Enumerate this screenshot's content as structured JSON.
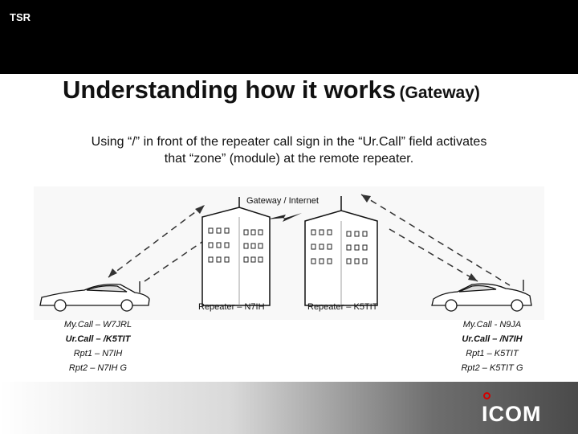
{
  "header": {
    "tag": "TSR"
  },
  "title": {
    "main": "Understanding how it works",
    "sub": "(Gateway)"
  },
  "description": {
    "line1": "Using “/” in front of the repeater call sign in the “Ur.Call” field activates",
    "line2": "that “zone” (module) at the remote repeater."
  },
  "diagram": {
    "gateway_label": "Gateway / Internet",
    "repeater_left": "Repeater – N7IH",
    "repeater_right": "Repeater – K5TIT"
  },
  "left_station": {
    "mycall": "My.Call – W7JRL",
    "urcall": "Ur.Call – /K5TIT",
    "rpt1": "Rpt1 – N7IH",
    "rpt2": "Rpt2 – N7IH   G"
  },
  "right_station": {
    "mycall": "My.Call - N9JA",
    "urcall": "Ur.Call – /N7IH",
    "rpt1": "Rpt1 – K5TIT",
    "rpt2": "Rpt2 – K5TIT  G"
  },
  "logo": {
    "text": "ICOM"
  }
}
